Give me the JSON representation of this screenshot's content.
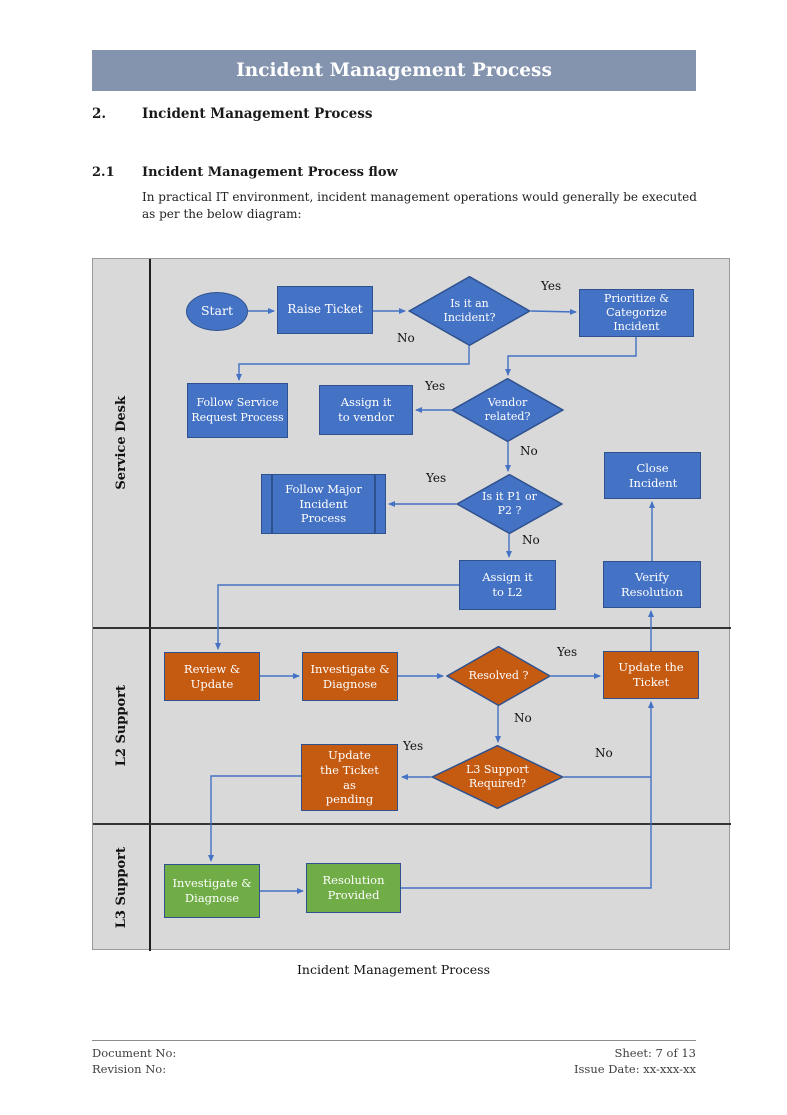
{
  "banner": {
    "title": "Incident Management Process"
  },
  "sections": {
    "s2_number": "2.",
    "s2_title": "Incident Management Process",
    "s21_number": "2.1",
    "s21_title": "Incident Management Process flow",
    "s21_body": "In practical IT environment, incident management operations would generally be executed as per the below diagram:"
  },
  "diagram": {
    "caption": "Incident Management Process",
    "lanes": {
      "lane1": "Service Desk",
      "lane2": "L2 Support",
      "lane3": "L3 Support"
    },
    "nodes": {
      "start": "Start",
      "raise_ticket": "Raise Ticket",
      "is_incident": "Is it an Incident?",
      "prioritize": "Prioritize & Categorize Incident",
      "follow_service": "Follow Service Request Process",
      "assign_vendor": "Assign it to vendor",
      "vendor_related": "Vendor related?",
      "follow_major": "Follow Major Incident Process",
      "is_p1_p2": "Is it P1 or P2 ?",
      "close_incident": "Close Incident",
      "assign_l2": "Assign it to L2",
      "verify_resolution": "Verify Resolution",
      "review_update": "Review & Update",
      "investigate_l2": "Investigate & Diagnose",
      "resolved": "Resolved ?",
      "update_ticket": "Update the Ticket",
      "update_pending": "Update the Ticket as pending",
      "l3_required": "L3 Support Required?",
      "investigate_l3": "Investigate & Diagnose",
      "resolution_provided": "Resolution Provided"
    },
    "edges": {
      "incident_yes": "Yes",
      "incident_no": "No",
      "vendor_yes": "Yes",
      "vendor_no": "No",
      "p1p2_yes": "Yes",
      "p1p2_no": "No",
      "resolved_yes": "Yes",
      "resolved_no": "No",
      "l3_yes": "Yes",
      "l3_no": "No"
    },
    "colors": {
      "banner_bg": "#8494AE",
      "diagram_bg": "#D9D9D9",
      "blue": "#4472C4",
      "orange": "#C55A11",
      "green": "#70AD47",
      "shape_border": "#2F528F",
      "connector": "#4472C4"
    }
  },
  "footer": {
    "document_no": "Document No:",
    "revision_no": "Revision No:",
    "sheet": "Sheet: 7 of 13",
    "issue_date": "Issue Date: xx-xxx-xx"
  }
}
